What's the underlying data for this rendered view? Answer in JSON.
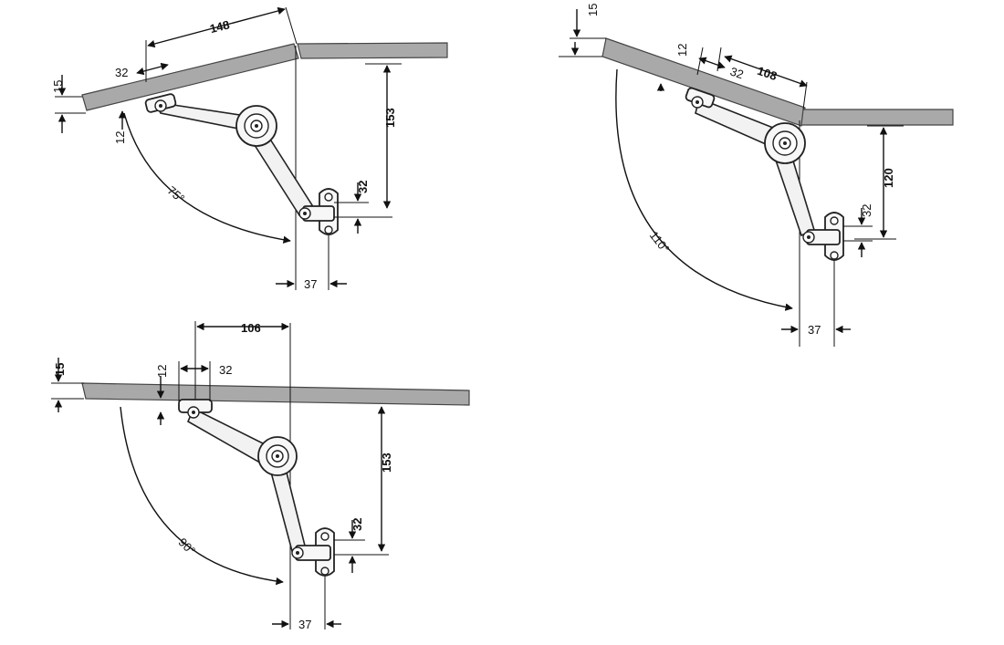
{
  "diagrams": {
    "d75": {
      "angle": "75°",
      "d148": "148",
      "d32": "32",
      "d15": "15",
      "d12": "12",
      "d153": "153",
      "d32b": "32",
      "d37": "37"
    },
    "d110": {
      "angle": "110°",
      "d15": "15",
      "d12": "12",
      "d32": "32",
      "d108": "108",
      "d120": "120",
      "d32b": "32",
      "d37": "37"
    },
    "d90": {
      "angle": "90°",
      "d106": "106",
      "d12": "12",
      "d32": "32",
      "d15": "15",
      "d153": "153",
      "d32b": "32",
      "d37": "37"
    }
  }
}
